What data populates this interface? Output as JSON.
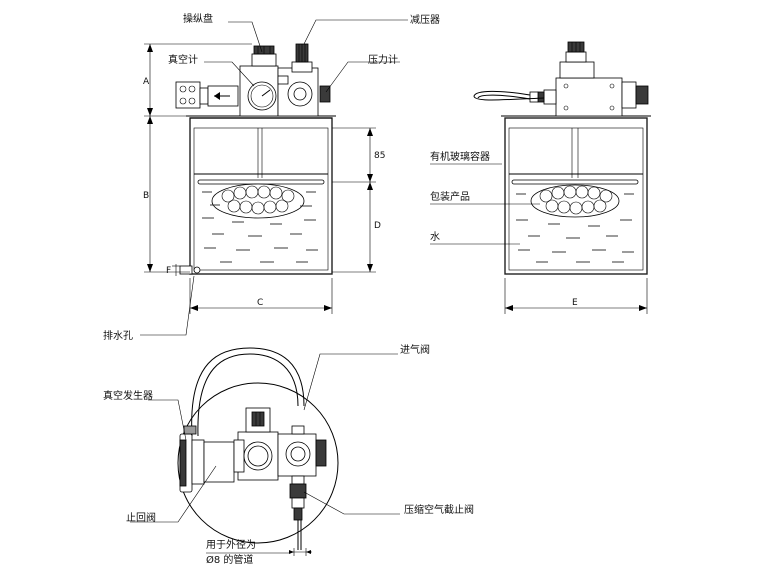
{
  "labels": {
    "control_panel": "操纵盘",
    "pressure_reducer": "减压器",
    "vacuum_gauge": "真空计",
    "pressure_gauge": "压力计",
    "acrylic_container": "有机玻璃容器",
    "packaged_product": "包装产品",
    "water": "水",
    "drain_hole": "排水孔",
    "intake_valve": "进气阀",
    "vacuum_generator": "真空发生器",
    "check_valve": "止回阀",
    "air_shutoff_valve": "压缩空气截止阀",
    "pipe_note_line1": "用于外径为",
    "pipe_note_line2": "Ø8 的管道"
  },
  "dimensions": {
    "a": "A",
    "b": "B",
    "c": "C",
    "d": "D",
    "e": "E",
    "f": "F",
    "depth_85": "85"
  },
  "colors": {
    "line": "#000000",
    "fill_dark": "#3a3a3a",
    "fill_mid": "#9a9a9a"
  }
}
